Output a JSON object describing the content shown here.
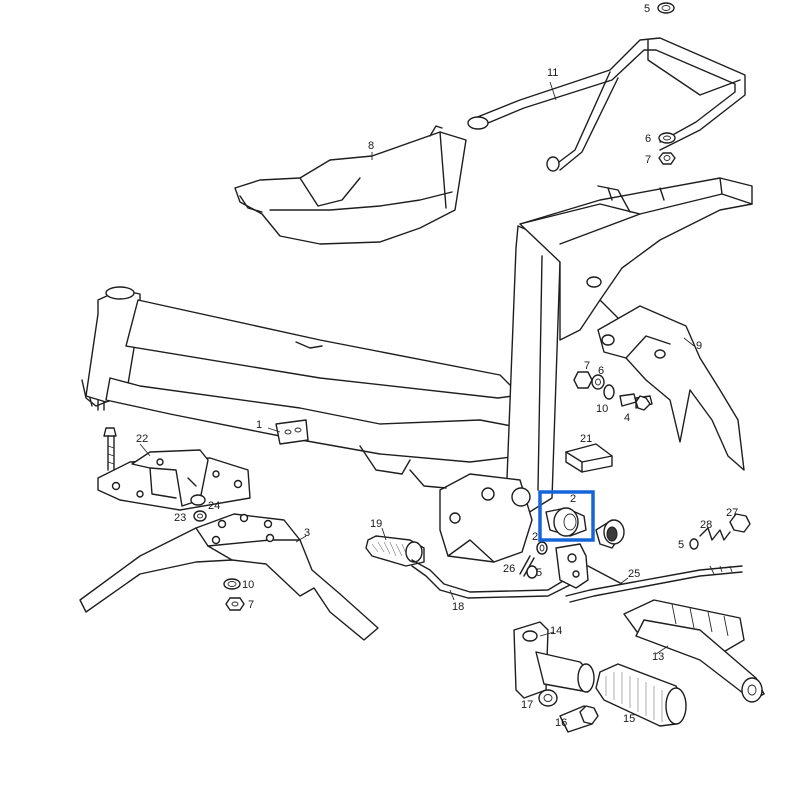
{
  "diagram": {
    "highlight_color": "#1565d8",
    "labels": {
      "l1": "1",
      "l2": "2",
      "l3": "3",
      "l4": "4",
      "l5a": "5",
      "l5b": "5",
      "l5c": "5",
      "l6a": "6",
      "l6b": "6",
      "l7a": "7",
      "l7b": "7",
      "l7c": "7",
      "l8": "8",
      "l9": "9",
      "l10a": "10",
      "l10b": "10",
      "l11": "11",
      "l13": "13",
      "l14": "14",
      "l15": "15",
      "l16": "16",
      "l17": "17",
      "l18": "18",
      "l19": "19",
      "l21": "21",
      "l22": "22",
      "l23": "23",
      "l24": "24",
      "l25": "25",
      "l26": "26",
      "l27": "27",
      "l28": "28",
      "l2b": "2"
    }
  }
}
